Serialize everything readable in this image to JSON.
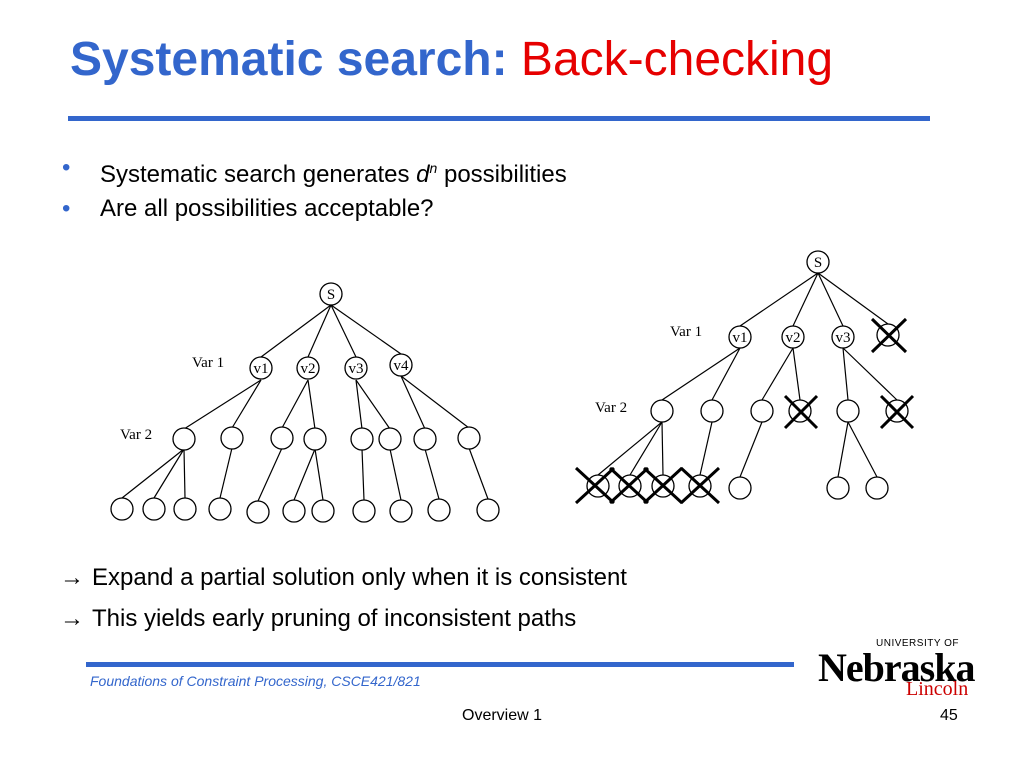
{
  "title": {
    "part1": "Systematic search:",
    "part2": "Back-checking"
  },
  "bullets": [
    {
      "before": "Systematic search generates ",
      "var": "d",
      "sup": "n",
      "after": " possibilities"
    },
    {
      "text": "Are all possibilities acceptable?"
    }
  ],
  "bullet_symbol": "•",
  "arrow_symbol": "→",
  "points": [
    "Expand a partial solution only when it is consistent",
    "This yields early pruning of inconsistent paths"
  ],
  "left_tree": {
    "root": "S",
    "var1_label": "Var 1",
    "var2_label": "Var 2",
    "values": [
      "v1",
      "v2",
      "v3",
      "v4"
    ]
  },
  "right_tree": {
    "root": "S",
    "var1_label": "Var 1",
    "var2_label": "Var 2",
    "values": [
      "v1",
      "v2",
      "v3"
    ]
  },
  "footer": "Foundations of Constraint Processing, CSCE421/821",
  "page_label": "Overview 1",
  "page_number": "45",
  "logo": {
    "university": "UNIVERSITY OF",
    "name": "Nebraska",
    "campus": "Lincoln"
  },
  "colors": {
    "title_blue": "#3366cc",
    "title_red": "#e60000",
    "rule_blue": "#3366cc",
    "logo_red": "#cc0000"
  }
}
